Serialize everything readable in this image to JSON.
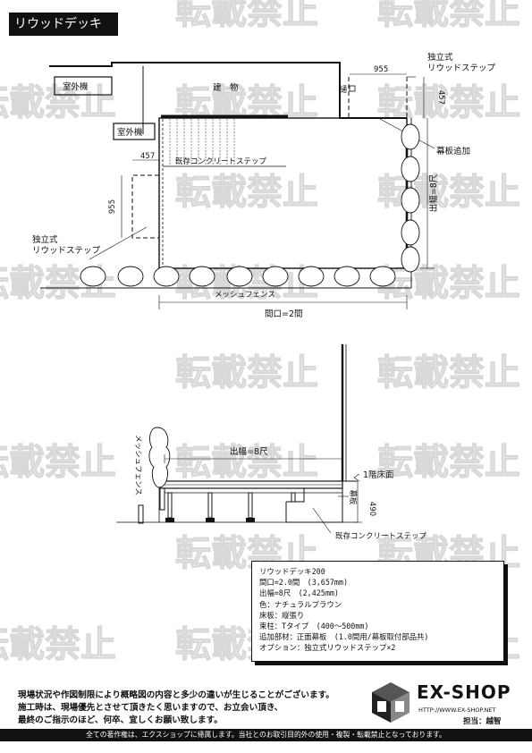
{
  "title": "リウッドデッキ200",
  "watermark": "転載禁止",
  "plan": {
    "building": "建　物",
    "ac_unit_1": "室外機",
    "ac_unit_2": "室外機",
    "existing_step": "既存コンクリートステップ",
    "step_label_1": "独立式\nリウッドステップ",
    "step_label_2": "独立式\nリウッドステップ",
    "dim_955_top": "955",
    "dim_457_right": "457",
    "dim_457_left": "457",
    "dim_955_left": "955",
    "rain_gutter": "樋",
    "added_board": "幕板追加",
    "depth_8": "出幅=8尺",
    "mesh_fence": "メッシュフェンス",
    "frontage": "間口=2間"
  },
  "section": {
    "mesh_fence_vertical": "メッシュフェンス",
    "depth_8": "出幅=8尺",
    "floor_1f": "1階床面",
    "dim_490": "490",
    "board_vertical": "幕板",
    "existing_step": "既存コンクリートステップ"
  },
  "spec": [
    "リウッドデッキ200",
    "間口=2.0間　(3,657mm)",
    "出幅=8尺　(2,425mm)",
    "色：ナチュラルブラウン",
    "床板：縦張り",
    "束柱：Tタイプ　(400～500mm)",
    "追加部材：正面幕板　(1.0間用/幕板取付部品共)",
    "オプション：独立式リウッドステップ×2"
  ],
  "notes": [
    "現場状況や作図制限により概略図の内容と多少の違いが生じることがございます。",
    "施工時は、現場優先とさせて頂きたく思いますので、お立会い頂き、",
    "最終のご指示のほど、何卒、宜しくお願い致します。"
  ],
  "footer": "全ての著作権は、エクスショップに帰属します。当社とのお取引目的外の使用・複製・転載禁止となっております。",
  "brand": {
    "name": "EX-SHOP",
    "url": "HTTP://WWW.EX-SHOP.NET",
    "staff": "担当：越智"
  }
}
